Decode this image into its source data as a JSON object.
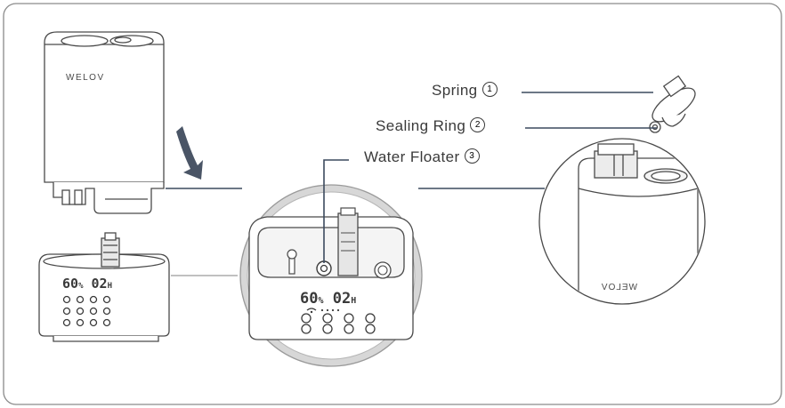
{
  "brand": "WELOV",
  "callouts": [
    {
      "label": "Spring",
      "number": "1"
    },
    {
      "label": "Sealing Ring",
      "number": "2"
    },
    {
      "label": "Water Floater",
      "number": "3"
    }
  ],
  "display": {
    "humidity": "60",
    "humidity_unit": "%",
    "timer": "02",
    "timer_unit": "H"
  },
  "colors": {
    "line": "#3c4a5e",
    "outline": "#4a4a4a",
    "circle_border": "#9a9a9a",
    "frame": "#8a8a8a"
  }
}
